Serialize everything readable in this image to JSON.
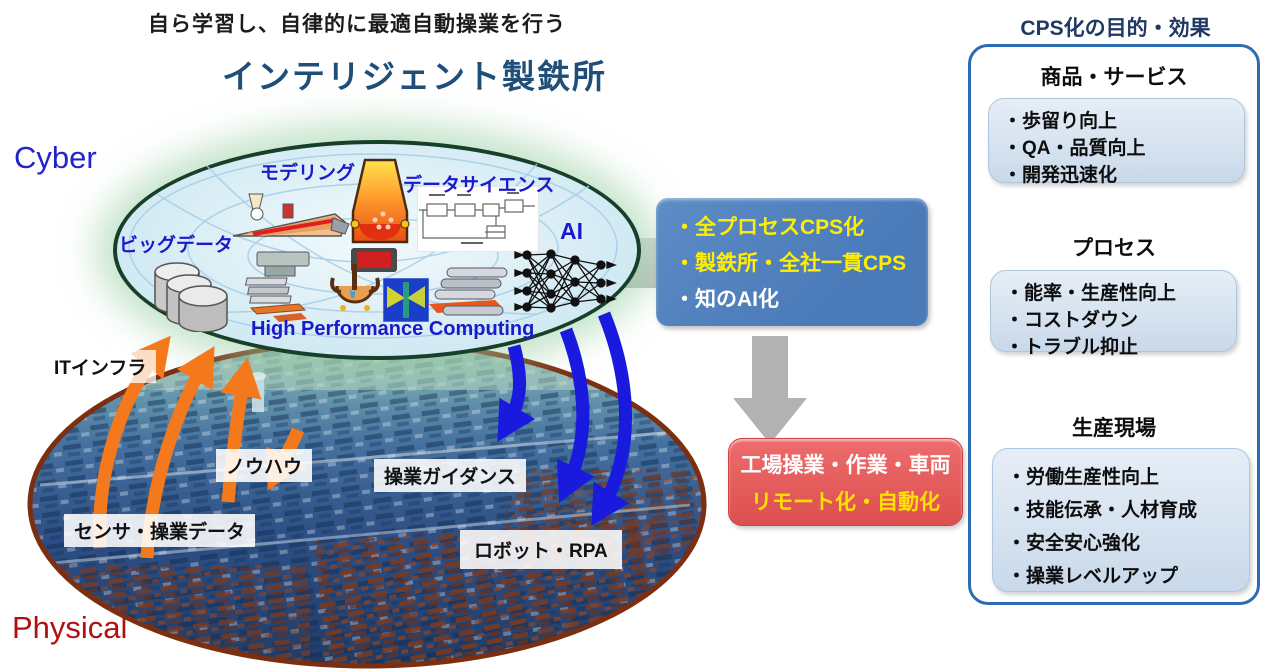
{
  "header": {
    "subtitle": "自ら学習し、自律的に最適自動操業を行う",
    "title": "インテリジェント製鉄所"
  },
  "cyber": {
    "label": "Cyber",
    "modeling": "モデリング",
    "data_science": "データサイエンス",
    "big_data": "ビッグデータ",
    "ai": "AI",
    "hpc": "High Performance Computing"
  },
  "physical": {
    "label": "Physical",
    "it_infra": "ITインフラ",
    "knowhow": "ノウハウ",
    "sensor_data": "センサ・操業データ",
    "guidance": "操業ガイダンス",
    "robot_rpa": "ロボット・RPA"
  },
  "cps_box": {
    "line1": "・全プロセスCPS化",
    "line2": "・製鉄所・全社一貫CPS",
    "line3": "・知のAI化"
  },
  "action_box": {
    "line1": "工場操業・作業・車両",
    "line2": "リモート化・自動化"
  },
  "effects": {
    "title": "CPS化の目的・効果",
    "sections": [
      {
        "heading": "商品・サービス",
        "items": [
          "・歩留り向上",
          "・QA・品質向上",
          "・開発迅速化"
        ]
      },
      {
        "heading": "プロセス",
        "items": [
          "・能率・生産性向上",
          "・コストダウン",
          "・トラブル抑止"
        ]
      },
      {
        "heading": "生産現場",
        "items": [
          "・労働生産性向上",
          "・技能伝承・人材育成",
          "・安全安心強化",
          "・操業レベルアップ"
        ]
      }
    ]
  },
  "colors": {
    "cps_box_blue": "#4a7ab8",
    "action_box_red": "#dc4f4f",
    "panel_border_blue": "#2b6cb3",
    "highlight_yellow": "#ffee00",
    "cyber_text_blue": "#2323cc",
    "physical_text_red": "#b01010",
    "arrow_orange": "#f4791d",
    "arrow_blue": "#1a1adf",
    "cyber_border_green": "#17402b",
    "physical_border_brown": "#7b2f10"
  }
}
